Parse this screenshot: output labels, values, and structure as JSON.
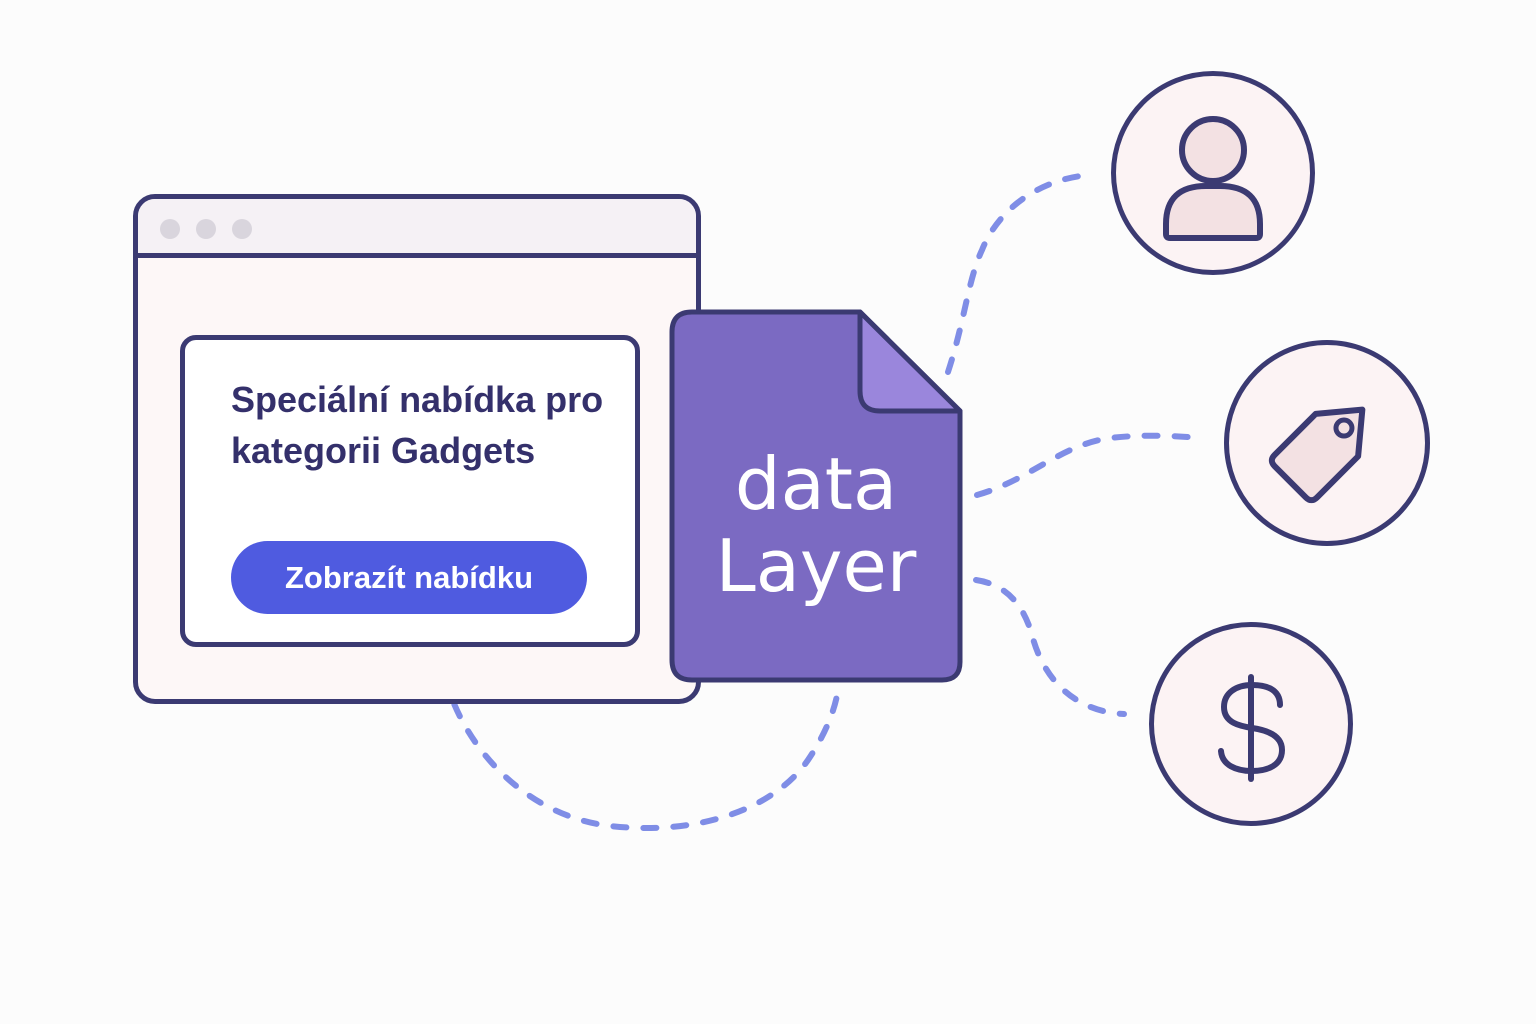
{
  "offer_card": {
    "title": "Speciální nabídka pro kategorii Gadgets",
    "button_label": "Zobrazít nabídku"
  },
  "data_layer": {
    "line1": "data",
    "line2": "Layer"
  },
  "icons": [
    "user-icon",
    "price-tag-icon",
    "dollar-icon"
  ],
  "colors": {
    "outline": "#3b3a72",
    "button": "#4f5be0",
    "document": "#7b6ac2",
    "document_fold": "#9a86dc",
    "connector": "#7f8de6",
    "icon_fill": "#f3e1e3"
  }
}
